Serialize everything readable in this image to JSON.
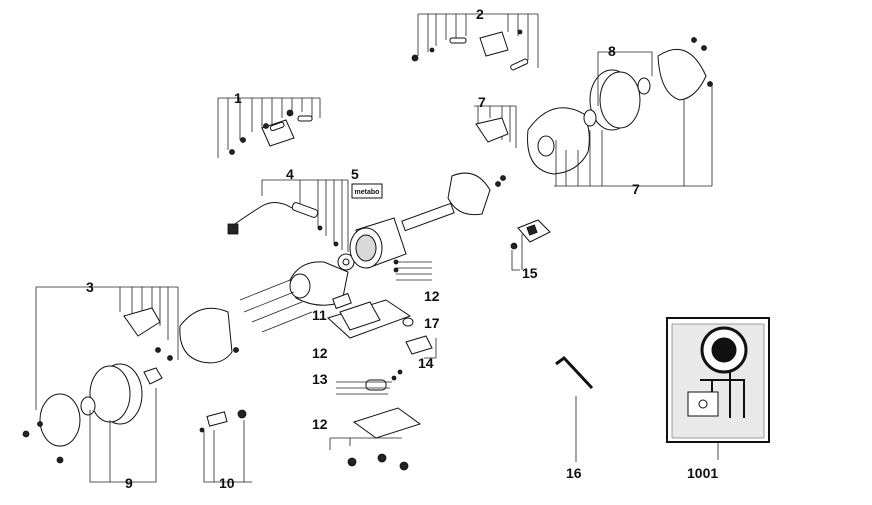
{
  "diagram": {
    "callouts": [
      {
        "id": "c1",
        "label": "1"
      },
      {
        "id": "c2",
        "label": "2"
      },
      {
        "id": "c3",
        "label": "3"
      },
      {
        "id": "c4",
        "label": "4"
      },
      {
        "id": "c5",
        "label": "5"
      },
      {
        "id": "c7a",
        "label": "7"
      },
      {
        "id": "c7b",
        "label": "7"
      },
      {
        "id": "c8",
        "label": "8"
      },
      {
        "id": "c9",
        "label": "9"
      },
      {
        "id": "c10",
        "label": "10"
      },
      {
        "id": "c11",
        "label": "11"
      },
      {
        "id": "c12a",
        "label": "12"
      },
      {
        "id": "c12b",
        "label": "12"
      },
      {
        "id": "c12c",
        "label": "12"
      },
      {
        "id": "c13",
        "label": "13"
      },
      {
        "id": "c14",
        "label": "14"
      },
      {
        "id": "c15",
        "label": "15"
      },
      {
        "id": "c16",
        "label": "16"
      },
      {
        "id": "c17",
        "label": "17"
      },
      {
        "id": "c1001",
        "label": "1001"
      }
    ],
    "brand_plate_text": "metabo"
  }
}
